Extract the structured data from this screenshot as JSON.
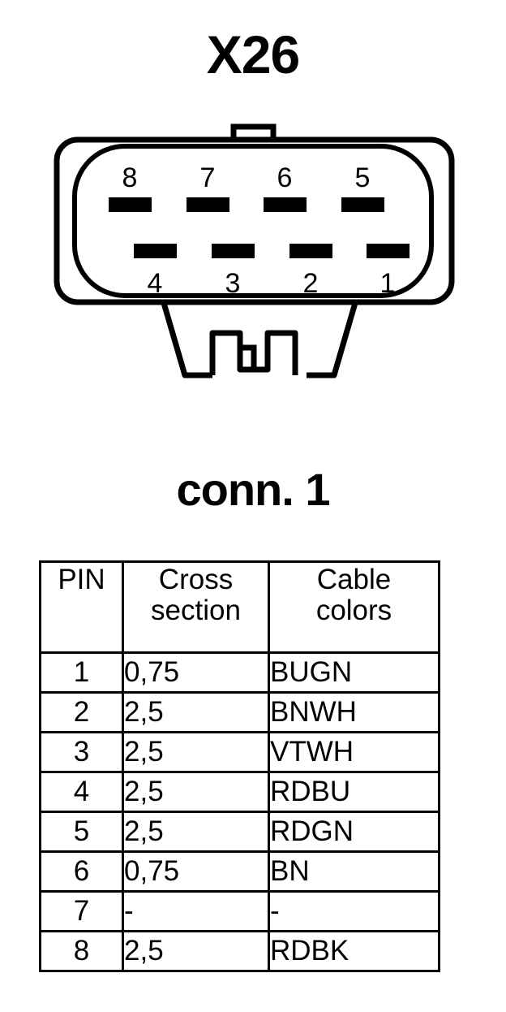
{
  "title": "X26",
  "connector": {
    "label": "conn. 1",
    "top_row_pins": [
      "8",
      "7",
      "6",
      "5"
    ],
    "bottom_row_pins": [
      "4",
      "3",
      "2",
      "1"
    ]
  },
  "table": {
    "headers": {
      "pin": "PIN",
      "cross_section_line1": "Cross",
      "cross_section_line2": "section",
      "cable_colors_line1": "Cable",
      "cable_colors_line2": "colors"
    },
    "rows": [
      {
        "pin": "1",
        "cross_section": "0,75",
        "cable_colors": "BUGN"
      },
      {
        "pin": "2",
        "cross_section": "2,5",
        "cable_colors": "BNWH"
      },
      {
        "pin": "3",
        "cross_section": "2,5",
        "cable_colors": "VTWH"
      },
      {
        "pin": "4",
        "cross_section": "2,5",
        "cable_colors": "RDBU"
      },
      {
        "pin": "5",
        "cross_section": "2,5",
        "cable_colors": "RDGN"
      },
      {
        "pin": "6",
        "cross_section": "0,75",
        "cable_colors": "BN"
      },
      {
        "pin": "7",
        "cross_section": "-",
        "cable_colors": "-"
      },
      {
        "pin": "8",
        "cross_section": "2,5",
        "cable_colors": "RDBK"
      }
    ]
  },
  "colors": {
    "ink": "#000000",
    "background": "#ffffff"
  }
}
